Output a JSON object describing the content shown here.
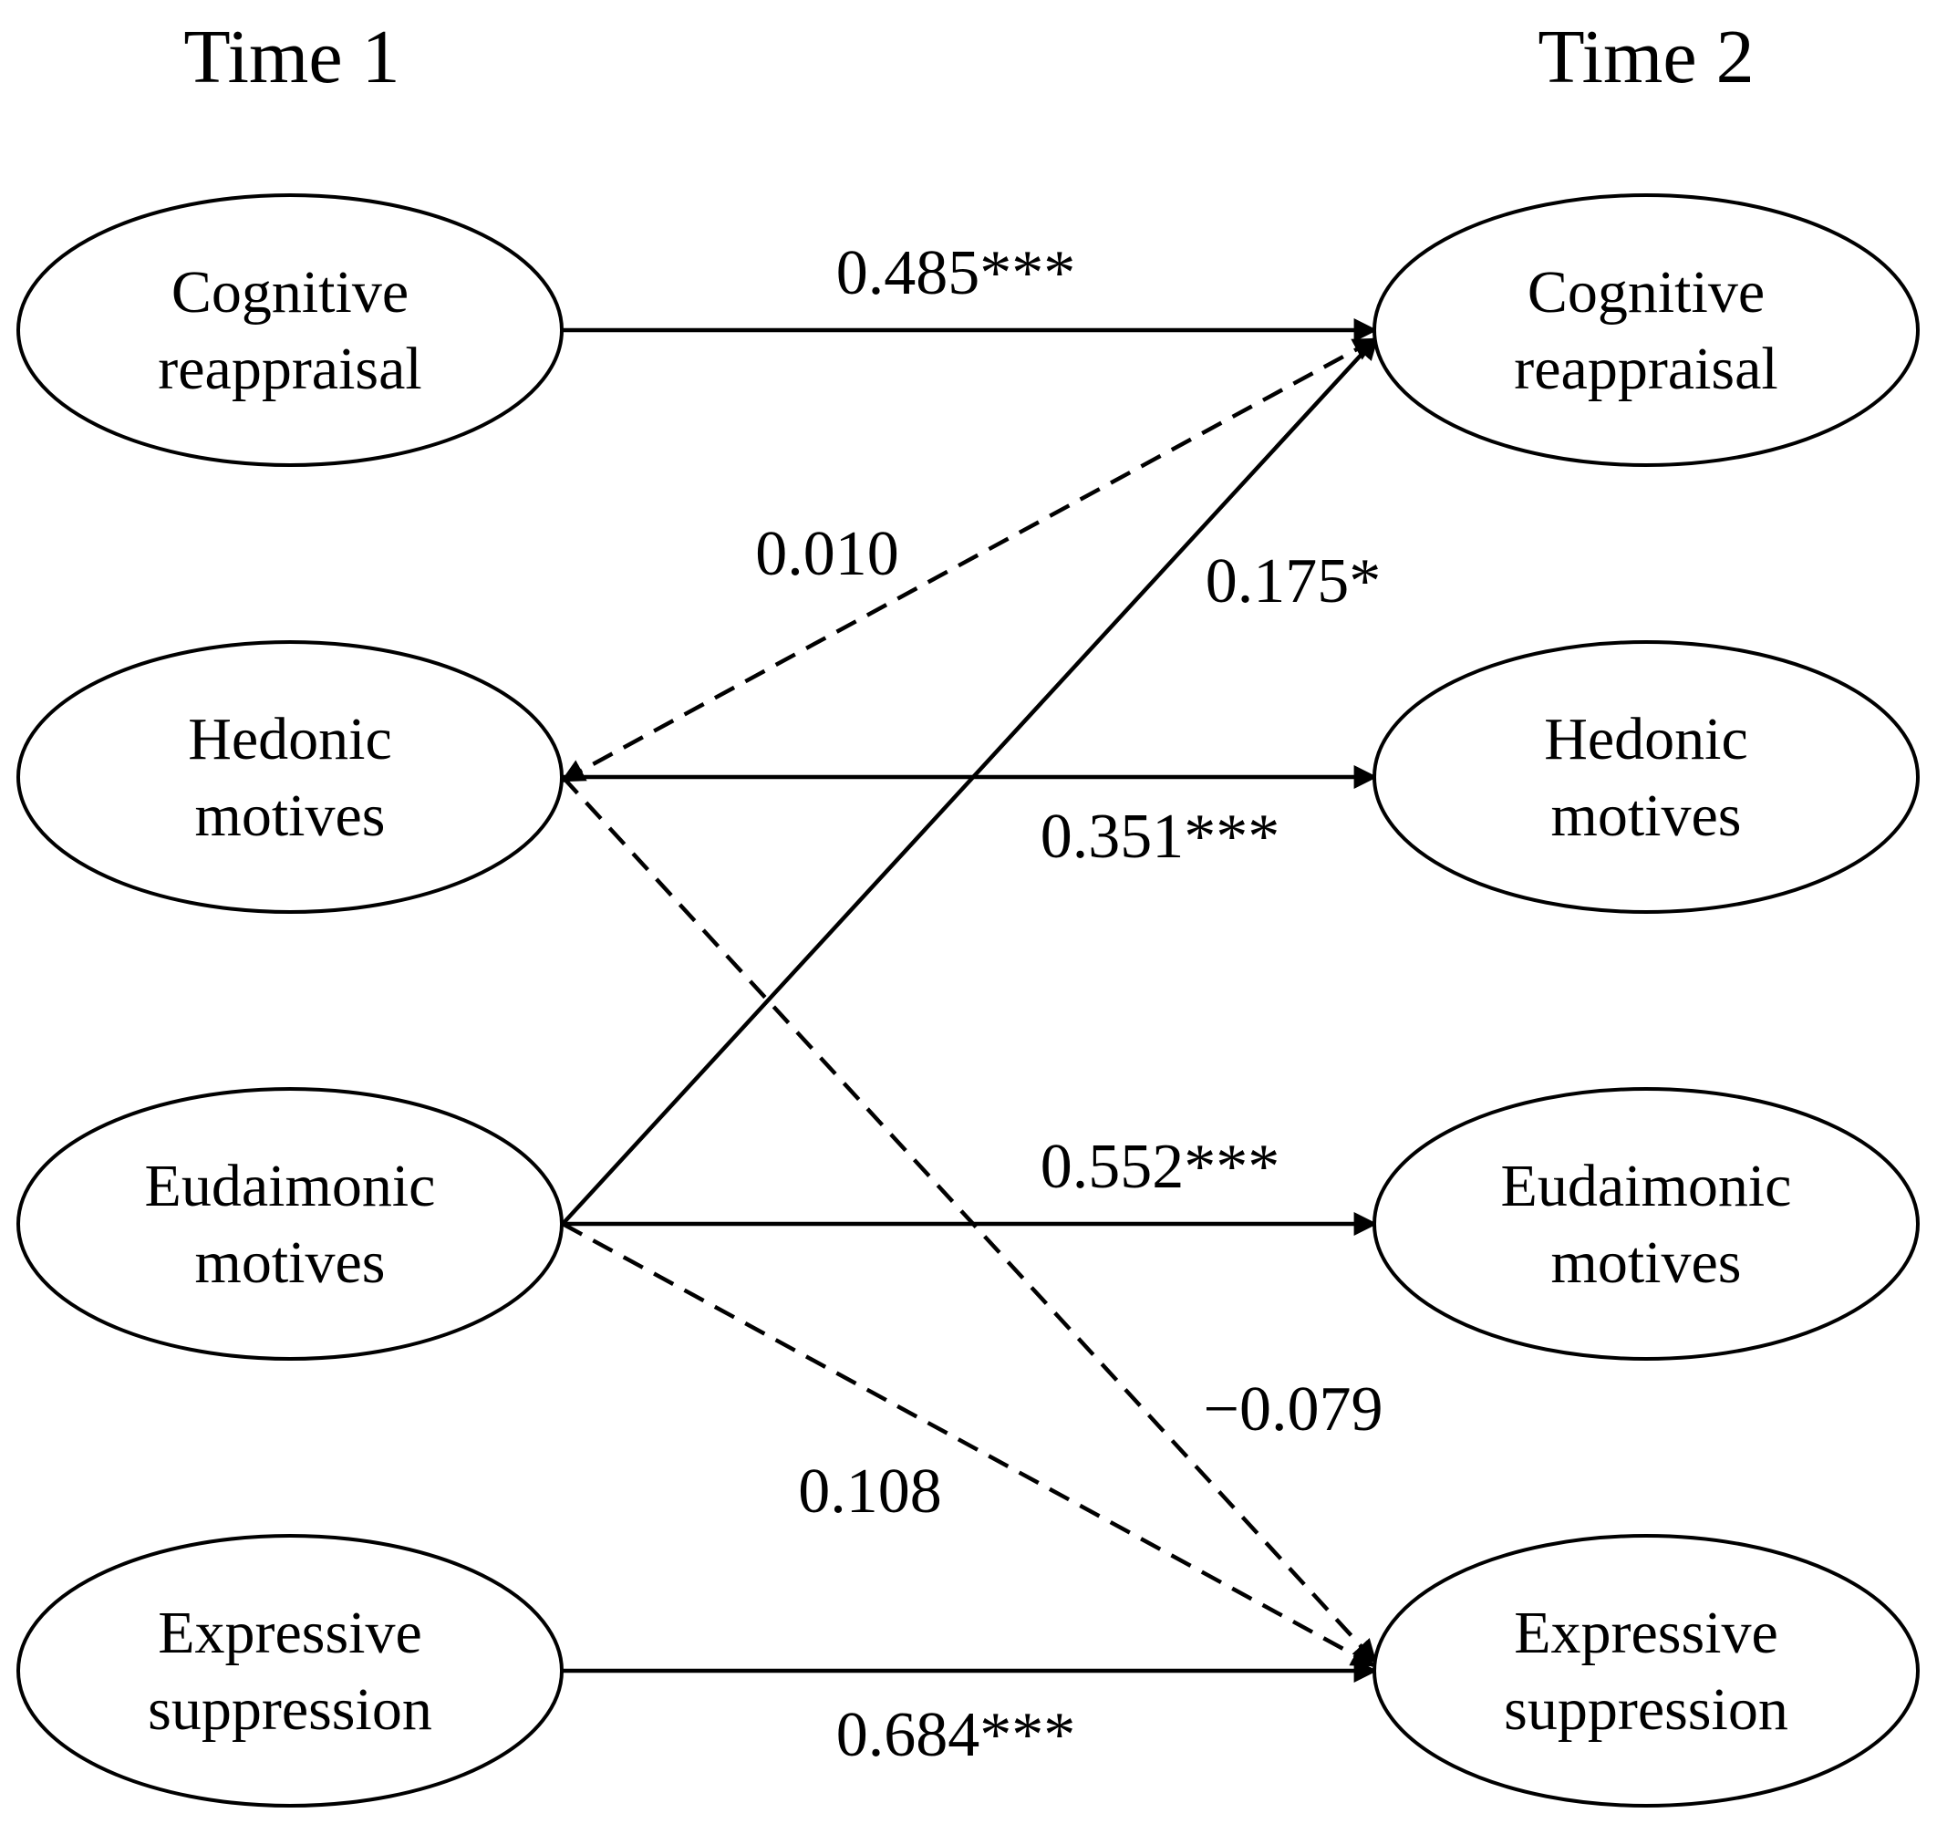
{
  "columns": {
    "time1_title": "Time 1",
    "time2_title": "Time 2"
  },
  "colors": {
    "line": "#000000",
    "background": "#ffffff"
  },
  "nodes": [
    {
      "id": "t1-cognitive",
      "column": "time1",
      "row": 0,
      "lines": [
        "Cognitive",
        "reappraisal"
      ]
    },
    {
      "id": "t1-hedonic",
      "column": "time1",
      "row": 1,
      "lines": [
        "Hedonic",
        "motives"
      ]
    },
    {
      "id": "t1-eudaimonic",
      "column": "time1",
      "row": 2,
      "lines": [
        "Eudaimonic",
        "motives"
      ]
    },
    {
      "id": "t1-expressive",
      "column": "time1",
      "row": 3,
      "lines": [
        "Expressive",
        "suppression"
      ]
    },
    {
      "id": "t2-cognitive",
      "column": "time2",
      "row": 0,
      "lines": [
        "Cognitive",
        "reappraisal"
      ]
    },
    {
      "id": "t2-hedonic",
      "column": "time2",
      "row": 1,
      "lines": [
        "Hedonic",
        "motives"
      ]
    },
    {
      "id": "t2-eudaimonic",
      "column": "time2",
      "row": 2,
      "lines": [
        "Eudaimonic",
        "motives"
      ]
    },
    {
      "id": "t2-expressive",
      "column": "time2",
      "row": 3,
      "lines": [
        "Expressive",
        "suppression"
      ]
    }
  ],
  "edges": [
    {
      "id": "cog-cog",
      "from": "t1-cognitive",
      "to": "t2-cognitive",
      "label": "0.485***",
      "style": "solid"
    },
    {
      "id": "hed-cog",
      "from": "t1-hedonic",
      "to": "t2-cognitive",
      "label": "0.010",
      "style": "dashed"
    },
    {
      "id": "eud-cog",
      "from": "t1-eudaimonic",
      "to": "t2-cognitive",
      "label": "0.175*",
      "style": "solid"
    },
    {
      "id": "hed-hed",
      "from": "t1-hedonic",
      "to": "t2-hedonic",
      "label": "0.351***",
      "style": "solid"
    },
    {
      "id": "eud-eud",
      "from": "t1-eudaimonic",
      "to": "t2-eudaimonic",
      "label": "0.552***",
      "style": "solid"
    },
    {
      "id": "hed-exp",
      "from": "t1-hedonic",
      "to": "t2-expressive",
      "label": "−0.079",
      "style": "dashed"
    },
    {
      "id": "eud-exp",
      "from": "t1-eudaimonic",
      "to": "t2-expressive",
      "label": "0.108",
      "style": "dashed"
    },
    {
      "id": "exp-exp",
      "from": "t1-expressive",
      "to": "t2-expressive",
      "label": "0.684***",
      "style": "solid"
    }
  ]
}
